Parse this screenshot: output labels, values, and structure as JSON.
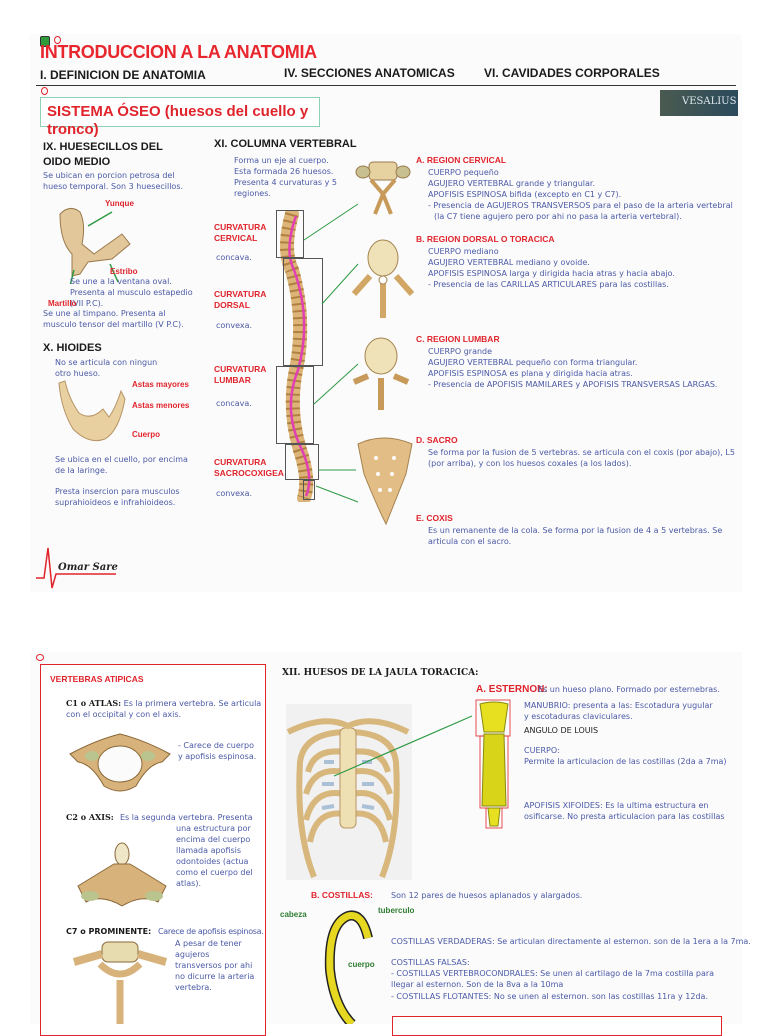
{
  "header": {
    "title": "INTRODUCCION A LA ANATOMIA",
    "nav": [
      "I. DEFINICION DE ANATOMIA",
      "IV. SECCIONES ANATOMICAS",
      "VI. CAVIDADES CORPORALES"
    ],
    "logo_text": "VESALIUS"
  },
  "page1": {
    "banner": "SISTEMA ÓSEO (huesos del cuello y tronco)",
    "huesecillos": {
      "title": "IX. HUESECILLOS DEL OIDO MEDIO",
      "intro": "Se ubican en porcion petrosa del hueso temporal. Son 3 huesecillos.",
      "yunque": "Yunque",
      "estribo": "Estribo",
      "estribo_desc": "Se une a la ventana oval. Presenta al musculo estapedio (VII P.C).",
      "martillo": "Martillo",
      "martillo_desc": "Se une al timpano. Presenta al musculo tensor del martillo (V P.C)."
    },
    "hioides": {
      "title": "X. HIOIDES",
      "intro": "No se articula con ningun otro hueso.",
      "labels": [
        "Astas mayores",
        "Astas menores",
        "Cuerpo"
      ],
      "desc1": "Se ubica en el cuello, por encima de la laringe.",
      "desc2": "Presta insercion para musculos suprahioideos e infrahioideos."
    },
    "signature": "Omar Sare",
    "columna": {
      "title": "XI. COLUMNA VERTEBRAL",
      "intro": "Forma un eje al cuerpo. Esta formada 26 huesos. Presenta 4 curvaturas y 5 regiones.",
      "curvaturas": [
        {
          "name": "CURVATURA CERVICAL",
          "type": "concava."
        },
        {
          "name": "CURVATURA DORSAL",
          "type": "convexa."
        },
        {
          "name": "CURVATURA LUMBAR",
          "type": "concava."
        },
        {
          "name": "CURVATURA SACROCOXIGEA",
          "type": "convexa."
        }
      ]
    },
    "regiones": [
      {
        "title": "A. REGION CERVICAL",
        "lines": [
          "CUERPO pequeño",
          "AGUJERO VERTEBRAL grande y triangular.",
          "APOFISIS ESPINOSA bifida (excepto en C1 y C7).",
          "- Presencia de AGUJEROS TRANSVERSOS para el paso de la arteria vertebral",
          "(la C7 tiene agujero pero por ahi no pasa la arteria vertebral)."
        ]
      },
      {
        "title": "B. REGION DORSAL O TORACICA",
        "lines": [
          "CUERPO mediano",
          "AGUJERO VERTEBRAL mediano y ovoide.",
          "APOFISIS ESPINOSA larga y dirigida hacia atras y hacia abajo.",
          "- Presencia de las CARILLAS ARTICULARES para las costillas."
        ]
      },
      {
        "title": "C. REGION LUMBAR",
        "lines": [
          "CUERPO grande",
          "AGUJERO VERTEBRAL pequeño con forma triangular.",
          "APOFISIS ESPINOSA es plana y dirigida hacia atras.",
          "- Presencia de APOFISIS MAMILARES y APOFISIS TRANSVERSAS LARGAS."
        ]
      },
      {
        "title": "D. SACRO",
        "lines": [
          "Se forma por la fusion de 5 vertebras. se articula con el coxis (por abajo), L5",
          "(por arriba), y con los huesos coxales (a los lados)."
        ]
      },
      {
        "title": "E. COXIS",
        "lines": [
          "Es un remanente de la cola. Se forma por la fusion de 4 a 5 vertebras. Se",
          "articula con el sacro."
        ]
      }
    ]
  },
  "page2": {
    "atipicas": {
      "title": "VERTEBRAS ATIPICAS",
      "c1_label": "C1 o ATLAS:",
      "c1_desc": "Es la primera vertebra. Se articula con el occipital y con el axis.",
      "c1_note": "- Carece de cuerpo y apofisis espinosa.",
      "c2_label": "C2 o AXIS:",
      "c2_desc": "Es la segunda vertebra. Presenta una estructura por encima del cuerpo llamada apofisis odontoides (actua como el cuerpo del atlas).",
      "c7_label": "C7 o PROMINENTE:",
      "c7_desc": "Carece de apofisis espinosa.",
      "c7_note": "A pesar de tener agujeros transversos por ahi no dicurre la arteria vertebra."
    },
    "jaula": {
      "title": "XII. HUESOS DE LA JAULA TORACICA:",
      "esternon_title": "A. ESTERNON:",
      "esternon_desc": "Es un hueso plano. Formado por esternebras.",
      "manubrio": "MANUBRIO: presenta a las: Escotadura yugular y escotaduras claviculares.",
      "angulo": "ANGULO DE LOUIS",
      "cuerpo_title": "CUERPO:",
      "cuerpo_desc": "Permite la articulacion de las costillas (2da a 7ma)",
      "xifoides": "APOFISIS XIFOIDES: Es la ultima estructura en osificarse. No presta articulacion para las costillas",
      "costillas_title": "B. COSTILLAS:",
      "costillas_desc": "Son 12 pares de huesos aplanados y alargados.",
      "rib_labels": [
        "cabeza",
        "tuberculo",
        "cuerpo"
      ],
      "verdaderas": "COSTILLAS VERDADERAS: Se articulan directamente al esternon. son de la 1era a la 7ma.",
      "falsas_title": "COSTILLAS FALSAS:",
      "vertebrocondrales": "- COSTILLAS VERTEBROCONDRALES: Se unen al cartilago de la 7ma costilla para llegar al esternon. Son de la 8va a la 10ma",
      "flotantes": "- COSTILLAS FLOTANTES: No se unen al esternon. son las costillas 11ra y 12da."
    }
  },
  "colors": {
    "title_red": "#e0242c",
    "text_blue": "#4b5aa6",
    "label_green": "#2e7d32",
    "bone": "#e8cf9a",
    "sternum_yellow": "#e6e020",
    "banner_border": "#8fd1b5"
  }
}
